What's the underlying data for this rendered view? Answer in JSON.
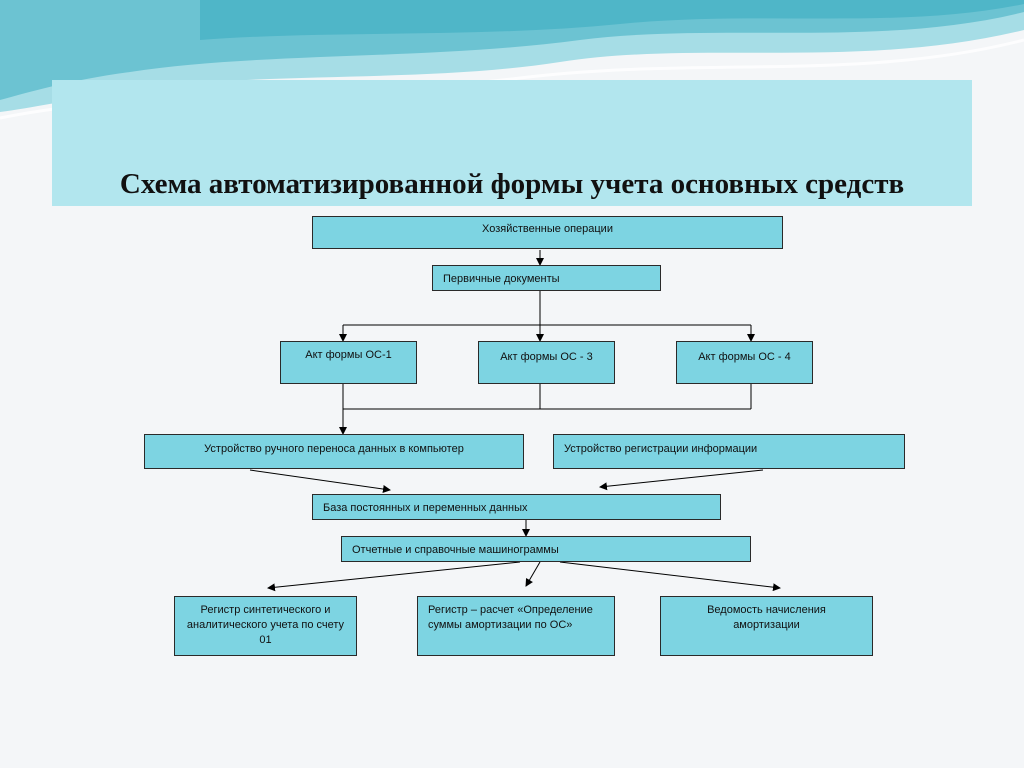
{
  "slide": {
    "title": "Схема автоматизированной формы учета основных средств"
  },
  "diagram": {
    "nodes": {
      "operations": "Хозяйственные операции",
      "primary_docs": "Первичные документы",
      "act_os1": "Акт формы ОС-1",
      "act_os3": "Акт формы ОС - 3",
      "act_os4": "Акт формы ОС - 4",
      "manual_transfer": "Устройство ручного переноса данных в компьютер",
      "registration_device": "Устройство регистрации информации",
      "database": "База постоянных и переменных данных",
      "machinegrams": "Отчетные и справочные машинограммы",
      "register_synthetic": "Регистр синтетического и аналитического учета по счету 01",
      "register_calc": "Регистр – расчет «Определение суммы амортизации по ОС»",
      "depreciation_statement": "Ведомость начисления амортизации"
    },
    "edges": [
      [
        "operations",
        "primary_docs"
      ],
      [
        "primary_docs",
        "act_os1"
      ],
      [
        "primary_docs",
        "act_os3"
      ],
      [
        "primary_docs",
        "act_os4"
      ],
      [
        "act_os1",
        "manual_transfer"
      ],
      [
        "act_os3",
        "manual_transfer"
      ],
      [
        "act_os4",
        "manual_transfer"
      ],
      [
        "manual_transfer",
        "database"
      ],
      [
        "registration_device",
        "database"
      ],
      [
        "database",
        "machinegrams"
      ],
      [
        "machinegrams",
        "register_synthetic"
      ],
      [
        "machinegrams",
        "register_calc"
      ],
      [
        "machinegrams",
        "depreciation_statement"
      ]
    ]
  },
  "colors": {
    "box_fill": "#7dd4e2",
    "title_band": "#b2e6ee",
    "wave_dark": "#4fb6c8",
    "wave_light": "#a6dde6"
  }
}
